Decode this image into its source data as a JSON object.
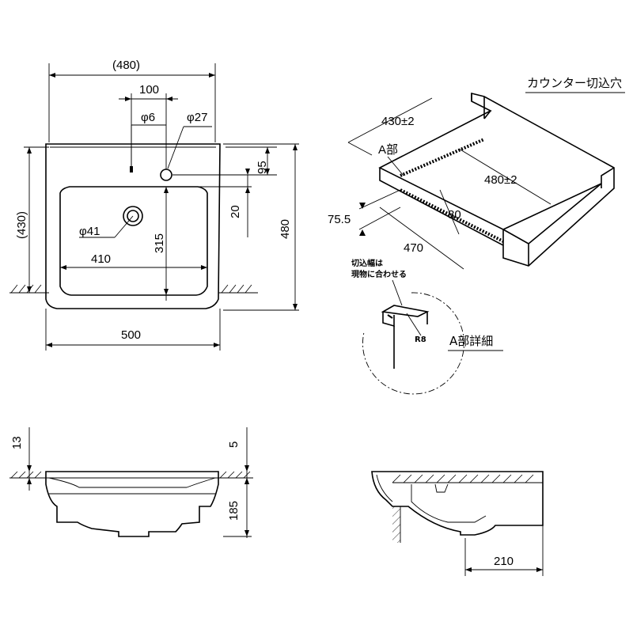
{
  "top_view": {
    "width_outer": "(480)",
    "depth_outer": "(430)",
    "tap_offset": "100",
    "tap_hole": "φ6",
    "faucet_hole": "φ27",
    "hole_offset": "95",
    "rim_offset": "20",
    "overall_depth": "480",
    "drain": "φ41",
    "bowl_width": "410",
    "bowl_depth": "315",
    "overall_width": "500"
  },
  "counter_cutout": {
    "title": "カウンター切込穴",
    "depth": "430±2",
    "label_a": "A部",
    "width": "480±2",
    "offset_a": "75.5",
    "offset_b": "80",
    "span": "470"
  },
  "detail_a": {
    "note_line1": "切込幅は",
    "note_line2": "現物に合わせる",
    "radius": "R8",
    "title": "A部詳細"
  },
  "front_view": {
    "rim_height": "13",
    "counter_gap": "5",
    "total_height": "185"
  },
  "side_view": {
    "depth": "210"
  }
}
